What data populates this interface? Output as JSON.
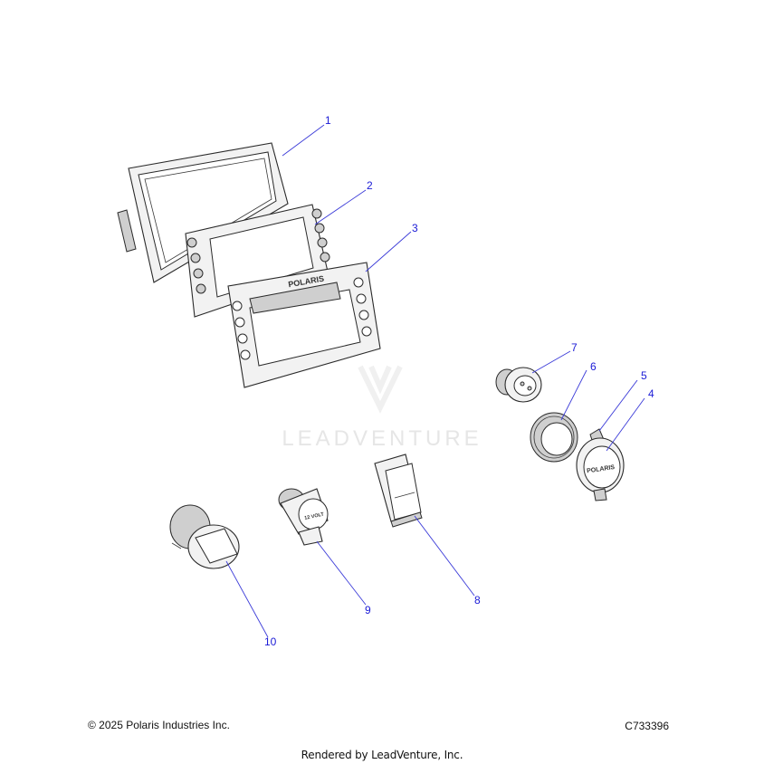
{
  "diagram": {
    "callouts": [
      {
        "id": "1",
        "label": "1"
      },
      {
        "id": "2",
        "label": "2"
      },
      {
        "id": "3",
        "label": "3"
      },
      {
        "id": "4",
        "label": "4"
      },
      {
        "id": "5",
        "label": "5"
      },
      {
        "id": "6",
        "label": "6"
      },
      {
        "id": "7",
        "label": "7"
      },
      {
        "id": "8",
        "label": "8"
      },
      {
        "id": "9",
        "label": "9"
      },
      {
        "id": "10",
        "label": "10"
      }
    ],
    "part_text": {
      "bezel_brand": "POLARIS",
      "cap_brand": "POLARIS",
      "outlet_label": "12 VOLT"
    },
    "watermark": "LEADVENTURE"
  },
  "footer": {
    "copyright": "© 2025 Polaris Industries Inc.",
    "diagram_code": "C733396",
    "rendered_by": "Rendered by LeadVenture, Inc."
  },
  "colors": {
    "callout": "#1a1ad6",
    "leader": "#3b3bd8",
    "line_art": "#2a2a2a"
  }
}
